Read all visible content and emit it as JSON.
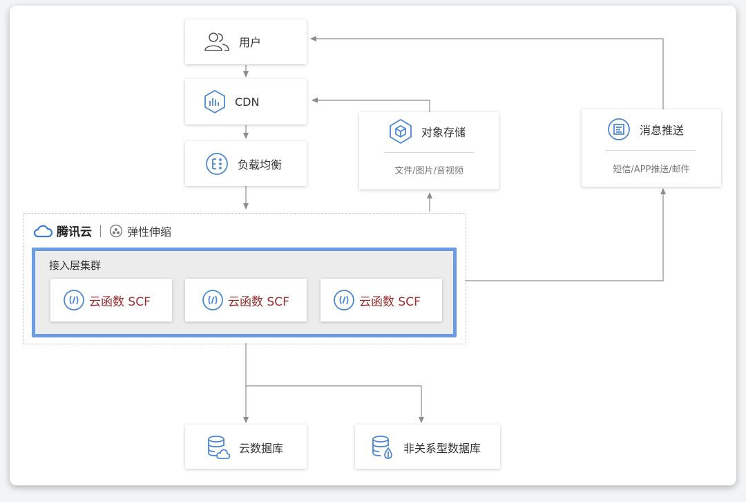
{
  "nodes": {
    "user": {
      "label": "用户"
    },
    "cdn": {
      "label": "CDN"
    },
    "load_balancer": {
      "label": "负载均衡"
    },
    "object_storage": {
      "label": "对象存储",
      "sub": "文件/图片/音视频"
    },
    "message_push": {
      "label": "消息推送",
      "sub": "短信/APP推送/邮件"
    },
    "cloud_db": {
      "label": "云数据库"
    },
    "nosql_db": {
      "label": "非关系型数据库"
    }
  },
  "cloud": {
    "brand": "腾讯云",
    "elastic": "弹性伸缩",
    "cluster_title": "接入层集群",
    "functions": [
      {
        "label": "云函数 SCF"
      },
      {
        "label": "云函数 SCF"
      },
      {
        "label": "云函数 SCF"
      }
    ]
  },
  "colors": {
    "icon_blue": "#4a87d6",
    "cluster_border": "#6a9be3",
    "scf_text": "#9b2c2c",
    "connector": "#8c8c8c"
  }
}
